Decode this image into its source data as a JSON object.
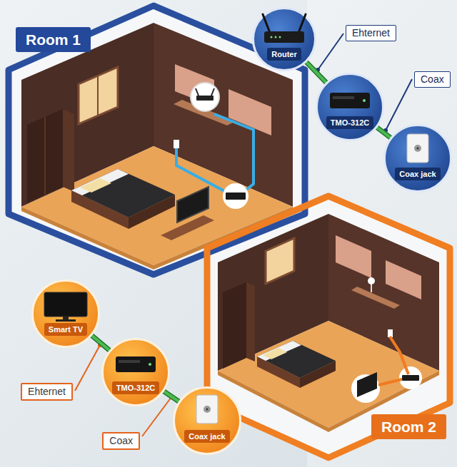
{
  "diagram": {
    "nodes": [
      {
        "text": [
          "Room 1"
        ]
      },
      {
        "text": [
          "Router"
        ]
      },
      {
        "text": [
          "Ehternet"
        ]
      },
      {
        "text": [
          "TMO-312C"
        ]
      },
      {
        "text": [
          "Coax"
        ]
      },
      {
        "text": [
          "Coax jack"
        ]
      },
      {
        "text": [
          "Room 2"
        ]
      },
      {
        "text": [
          "Smart TV"
        ]
      },
      {
        "text": [
          "Ehternet"
        ]
      },
      {
        "text": [
          "TMO-312C"
        ]
      },
      {
        "text": [
          "Coax"
        ]
      },
      {
        "text": [
          "Coax jack"
        ]
      }
    ],
    "edges": [
      {
        "from": 1,
        "to": 3,
        "arrow": "none"
      },
      {
        "from": 3,
        "to": 5,
        "arrow": "none"
      },
      {
        "from": 7,
        "to": 9,
        "arrow": "none"
      },
      {
        "from": 9,
        "to": 11,
        "arrow": "none"
      }
    ]
  }
}
